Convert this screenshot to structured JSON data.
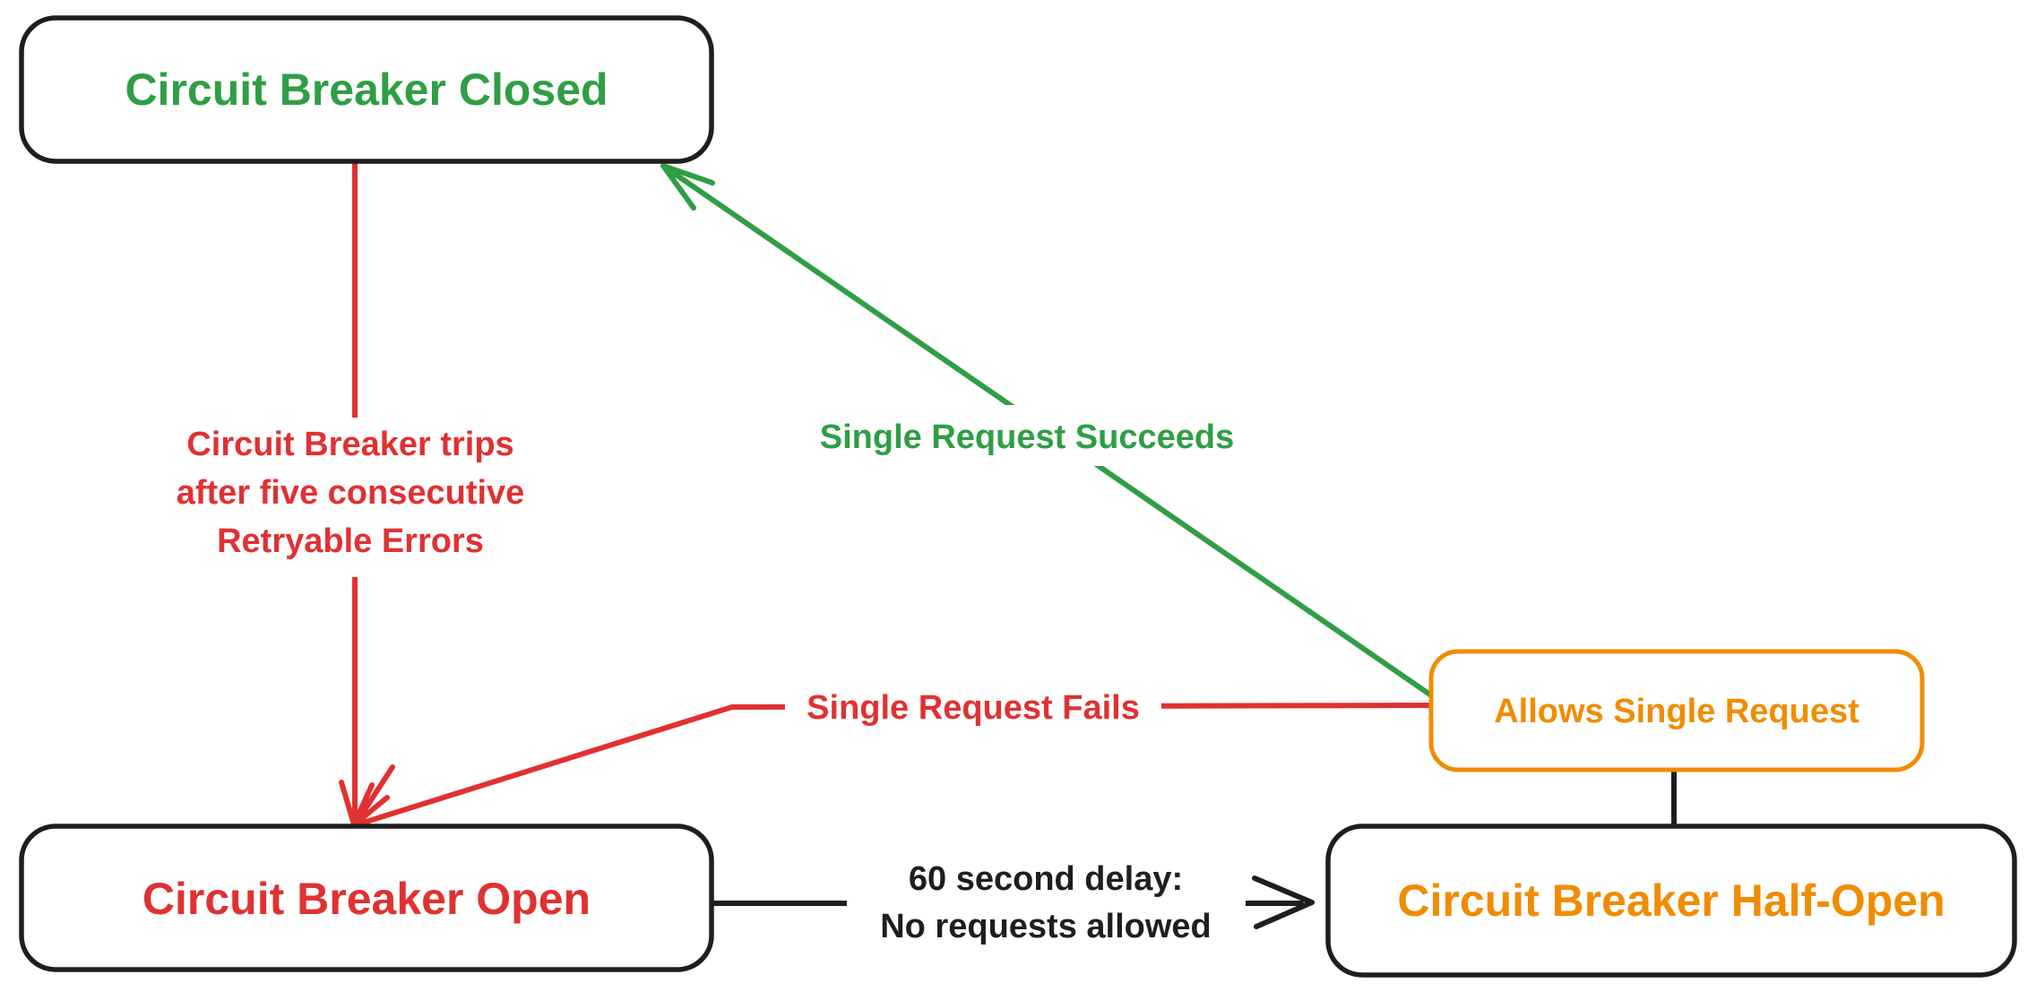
{
  "nodes": {
    "closed": {
      "label": "Circuit Breaker Closed"
    },
    "open": {
      "label": "Circuit Breaker Open"
    },
    "half_open": {
      "label": "Circuit Breaker Half-Open"
    },
    "allows_single_request": {
      "label": "Allows Single Request"
    }
  },
  "edges": {
    "trips": {
      "lines": [
        "Circuit Breaker trips",
        "after five consecutive",
        "Retryable Errors"
      ],
      "from": "closed",
      "to": "open"
    },
    "succeeds": {
      "label": "Single Request Succeeds",
      "from": "allows_single_request",
      "to": "closed"
    },
    "fails": {
      "label": "Single Request Fails",
      "from": "allows_single_request",
      "to": "open"
    },
    "delay": {
      "lines": [
        "60 second delay:",
        "No requests allowed"
      ],
      "from": "open",
      "to": "half_open"
    },
    "half_open_allows_connector": {
      "label": "",
      "from": "half_open",
      "to": "allows_single_request"
    }
  },
  "colors": {
    "green": "#2f9e44",
    "red": "#e03131",
    "orange": "#f08c00",
    "ink": "#1e1e1e",
    "background": "#ffffff"
  }
}
